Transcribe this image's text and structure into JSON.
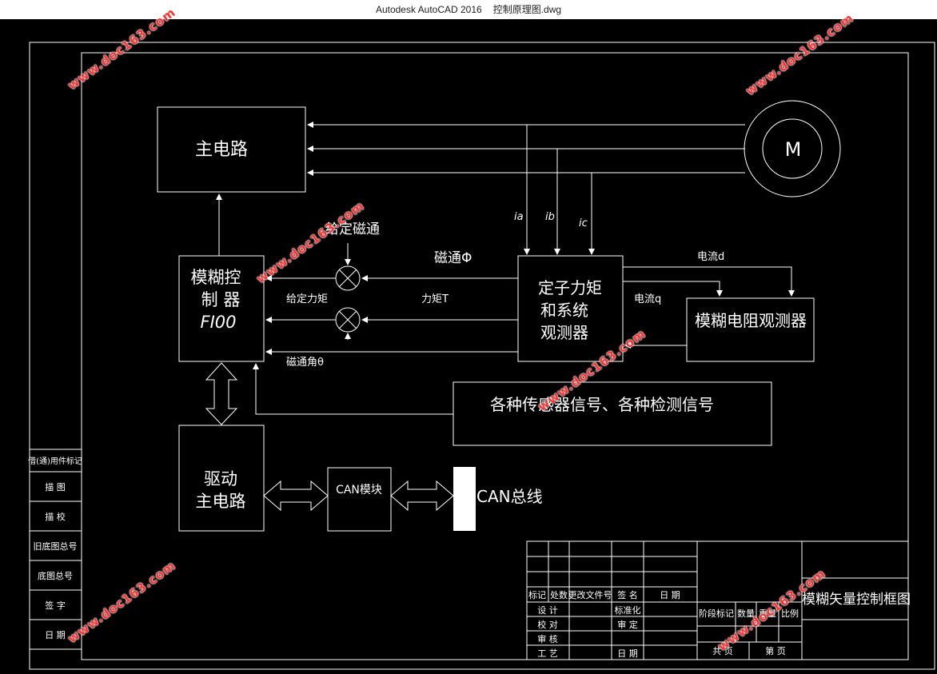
{
  "window": {
    "app_title": "Autodesk AutoCAD 2016",
    "file_name": "控制原理图.dwg"
  },
  "diagram": {
    "blocks": {
      "main_circuit": "主电路",
      "motor": "M",
      "fuzzy_controller_l1": "模糊控",
      "fuzzy_controller_l2": "制 器",
      "fuzzy_controller_l3": "FI00",
      "stator_observer_l1": "定子力矩",
      "stator_observer_l2": "和系统",
      "stator_observer_l3": "观测器",
      "resistance_observer": "模糊电阻观测器",
      "sensor_signals": "各种传感器信号、各种检测信号",
      "drive_circuit_l1": "驱动",
      "drive_circuit_l2": "主电路",
      "can_module": "CAN模块",
      "can_bus": "CAN总线"
    },
    "labels": {
      "ia": "ia",
      "ib": "ib",
      "ic": "ic",
      "given_flux": "给定磁通",
      "flux_phi": "磁通Φ",
      "given_torque": "给定力矩",
      "torque_t": "力矩T",
      "flux_angle": "磁通角θ",
      "current_id": "电流d",
      "current_iq": "电流q"
    }
  },
  "left_strip": [
    "借(通)用件标记",
    "描 图",
    "描 校",
    "旧底图总号",
    "底图总号",
    "签 字",
    "日 期"
  ],
  "title_block": {
    "header_row": [
      "标记",
      "处数",
      "更改文件号",
      "签 名",
      "日 期"
    ],
    "design": "设 计",
    "check": "校 对",
    "review": "审 核",
    "process": "工 艺",
    "standard": "标准化",
    "approve": "审 定",
    "date": "日 期",
    "stage_mark": "阶段标记",
    "quantity": "数量",
    "weight": "重量",
    "scale": "比例",
    "total_sheets": "共 页",
    "sheet_no": "第 页",
    "drawing_title": "模糊矢量控制框图"
  },
  "watermark": "www.doc163.com",
  "colors": {
    "background": "#000000",
    "line": "#ffffff",
    "watermark": "#ff3030"
  }
}
